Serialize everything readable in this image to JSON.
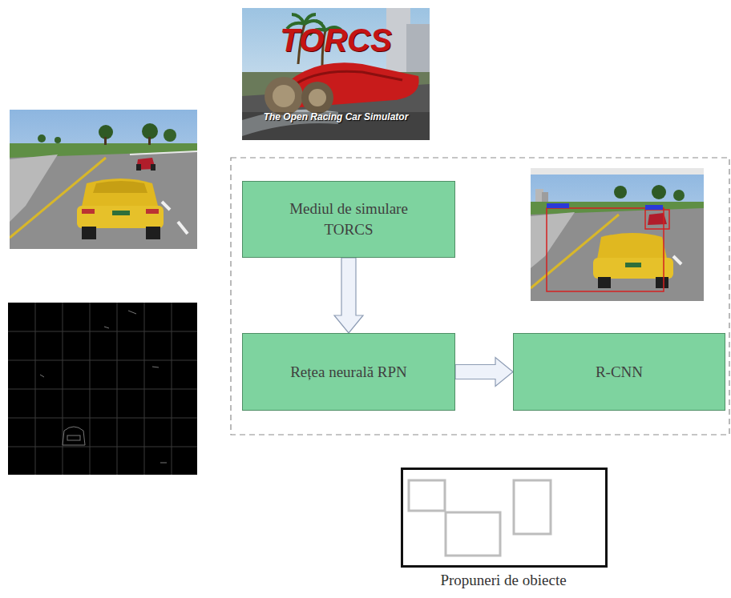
{
  "diagram": {
    "nodes": [
      {
        "text": [
          "Mediul de simulare TORCS"
        ]
      },
      {
        "text": [
          "Rețea neurală RPN"
        ]
      },
      {
        "text": [
          "R-CNN"
        ]
      }
    ],
    "edges": [
      {
        "from": 0,
        "to": 1,
        "arrow": "to"
      },
      {
        "from": 1,
        "to": 2,
        "arrow": "to"
      }
    ],
    "labels": [
      "TORCS",
      "The Open Racing Car Simulator",
      "Propuneri de obiecte"
    ]
  }
}
